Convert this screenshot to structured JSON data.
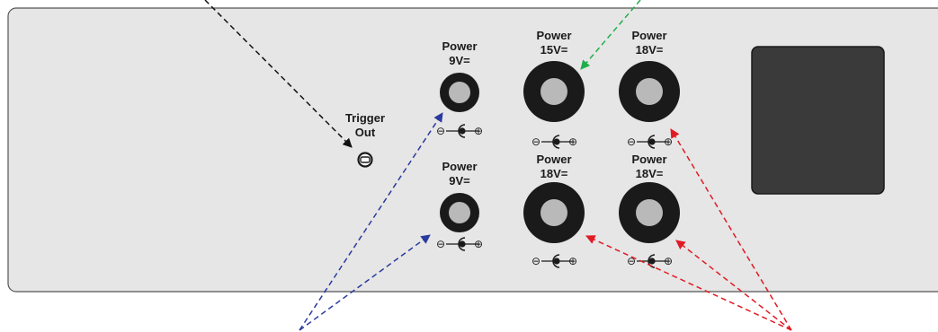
{
  "trigger": {
    "line1": "Trigger",
    "line2": "Out"
  },
  "jacks": [
    {
      "line1": "Power",
      "line2": "9V="
    },
    {
      "line1": "Power",
      "line2": "15V="
    },
    {
      "line1": "Power",
      "line2": "18V="
    },
    {
      "line1": "Power",
      "line2": "9V="
    },
    {
      "line1": "Power",
      "line2": "18V="
    },
    {
      "line1": "Power",
      "line2": "18V="
    }
  ],
  "polarity_minus": "⊖",
  "polarity_plus": "⊕",
  "colors": {
    "panel": "#e6e6e6",
    "panel_border": "#555555",
    "jack_ring": "#1a1a1a",
    "jack_center": "#b9b9b9",
    "display_window": "#3a3a3a",
    "arrow_black": "#111111",
    "arrow_green": "#1fae4b",
    "arrow_blue": "#2b3a9e",
    "arrow_red": "#e01b24"
  }
}
